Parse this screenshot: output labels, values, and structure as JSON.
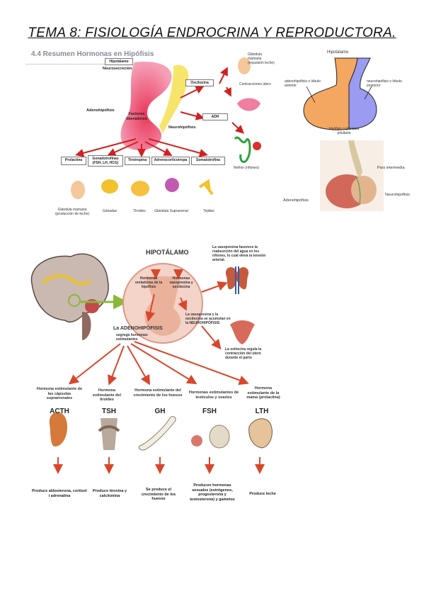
{
  "page": {
    "title": "TEMA 8: FISIOLOGÍA ENDROCRINA Y REPRODUCTORA."
  },
  "summary": {
    "title": "4.4 Resumen Hormonas en Hipófisis",
    "hypothalamus": "Hipotálamo",
    "neurosecretion": "Neurosecreción",
    "adenohypophysis": "Adenohipófisis",
    "releasing_factors": "Factores liberadores",
    "neurohypophysis": "Neurohipófisis",
    "oxytocin": "Oxcitocina",
    "adh": "ADH",
    "mammary_top": "Glándula mamaria (expulsión leche)",
    "uterine": "Contracciones útero",
    "nephron": "Nefrón (riñones)",
    "hormones": [
      {
        "name": "Prolactina",
        "target": "Glándula mamaria (producción de leche)"
      },
      {
        "name": "Gonadotrofinas (FSH, LH, HCG)",
        "target": "Gónadas"
      },
      {
        "name": "Tirotropina",
        "target": "Tiroides"
      },
      {
        "name": "Adrenocorticotropa",
        "target": "Glándula Suprarrenal"
      },
      {
        "name": "Somatotrofina",
        "target": "Tejidos"
      }
    ]
  },
  "pituitary_diagram": {
    "hypothalamus": "Hipotálamo",
    "adeno": "adenohipófisis o lóbulo anterior",
    "neuro": "neurohipófisis o lóbulo posterior",
    "gland": "hipófisis o glándula pituitaria"
  },
  "anatomy": {
    "pars": "Pars intermedia",
    "adeno": "Adenohipófisis",
    "neuro": "Neurohipófisis"
  },
  "lower": {
    "hypothalamus": "HIPOTÁLAMO",
    "releasing": "Hormonas oreladoras de la hipófisis",
    "vaso_oxy": "Hormonas vasopresina y oxcitocina",
    "accumulate": "La vasopresina y la oxcitocina se acumulan en la NEUROHIPÓFISIS",
    "adeno_title": "La ADENOHIPÓFISIS",
    "adeno_sub": "segrega hormonas estimulantes",
    "vaso_text": "La vasopresina favorece la reabsorción del agua en los riñones, lo cual eleva la tensión arterial.",
    "oxy_text": "La oxitocina regula la contracción del útero durante el parto",
    "hormones": [
      {
        "desc": "Hormona estimulante de las cápsulas suprarrenales",
        "code": "ACTH",
        "effect": "Produce aldosterona, cortisol i adrenalina"
      },
      {
        "desc": "Hormona estimulante del tiroides",
        "code": "TSH",
        "effect": "Produce tiroxina y calcitonina"
      },
      {
        "desc": "Hormona estimulante del crecimiento de los huesos",
        "code": "GH",
        "effect": "Se produce el crecimiento de los huesos"
      },
      {
        "desc": "Hormonas estimulantes de testículos y ovarios",
        "code": "FSH",
        "effect": "Producen hormonas sexuales (estrógenos, progesterona y testosterona) y gametos"
      },
      {
        "desc": "Hormona estimulante de la mama (prolactina)",
        "code": "LTH",
        "effect": "Produce leche"
      }
    ]
  }
}
